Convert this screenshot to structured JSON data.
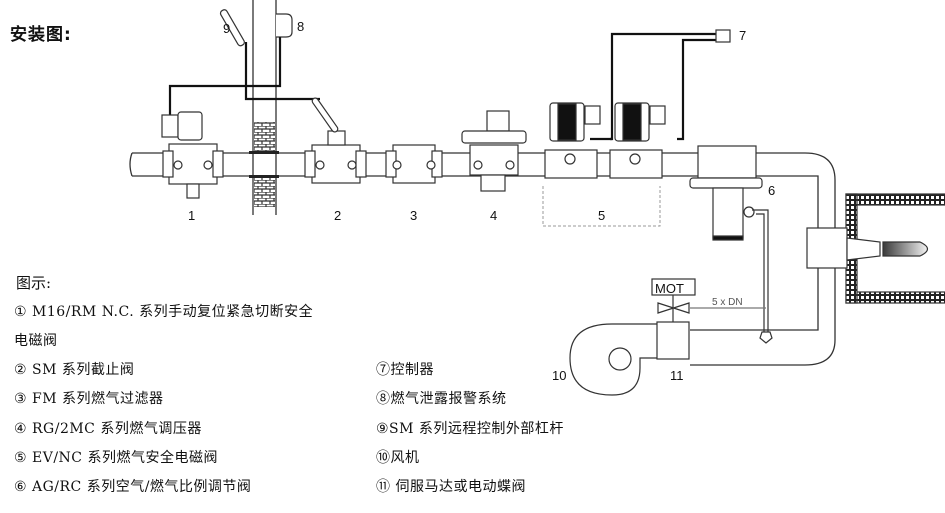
{
  "title": "安装图:",
  "legend_title": "图示:",
  "callouts": {
    "c1": "1",
    "c2": "2",
    "c3": "3",
    "c4": "4",
    "c5": "5",
    "c6": "6",
    "c7": "7",
    "c8": "8",
    "c9": "9",
    "c10": "10",
    "c11": "11"
  },
  "mot_label": "MOT",
  "distance_label": "5 x DN",
  "legend": {
    "left": [
      "① M16/RM N.C. 系列手动复位紧急切断安全",
      "电磁阀",
      "② SM 系列截止阀",
      "③ FM 系列燃气过滤器",
      "④ RG/2MC 系列燃气调压器",
      "⑤ EV/NC 系列燃气安全电磁阀",
      "⑥ AG/RC 系列空气/燃气比例调节阀"
    ],
    "right": [
      "⑦控制器",
      "⑧燃气泄露报警系统",
      "⑨SM 系列远程控制外部杠杆",
      "⑩风机",
      "⑪ 伺服马达或电动蝶阀"
    ]
  },
  "colors": {
    "line": "#222222",
    "brick": "#444444",
    "flame_start": "#444444",
    "flame_end": "#f4f4f4",
    "dashed": "#999999"
  }
}
